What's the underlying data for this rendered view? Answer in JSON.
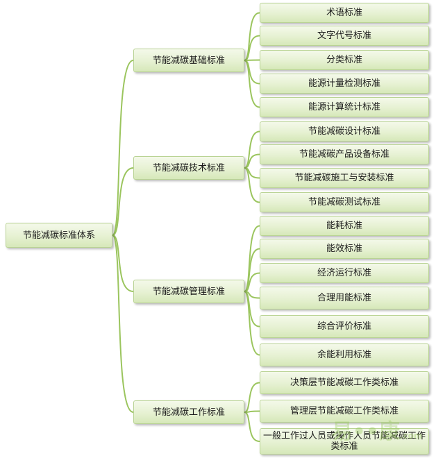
{
  "root": {
    "label": "节能减碳标准体系"
  },
  "branches": [
    {
      "label": "节能减碳基础标准",
      "leaves": [
        "术语标准",
        "文字代号标准",
        "分类标准",
        "能源计量检测标准",
        "能源计算统计标准"
      ]
    },
    {
      "label": "节能减碳技术标准",
      "leaves": [
        "节能减碳设计标准",
        "节能减碳产品设备标准",
        "节能减碳施工与安装标准",
        "节能减碳测试标准"
      ]
    },
    {
      "label": "节能减碳管理标准",
      "leaves": [
        "能耗标准",
        "能效标准",
        "经济运行标准",
        "合理用能标准",
        "综合评价标准",
        "余能利用标准"
      ]
    },
    {
      "label": "节能减碳工作标准",
      "leaves": [
        "决策层节能减碳工作类标准",
        "管理层节能减碳工作类标准",
        "一般工作过人员或操作人员节能减碳工作类标准"
      ]
    }
  ],
  "colors": {
    "edge": "#9bc55e",
    "node_fill": "#e6f1d2",
    "node_border": "#b9d394"
  }
}
